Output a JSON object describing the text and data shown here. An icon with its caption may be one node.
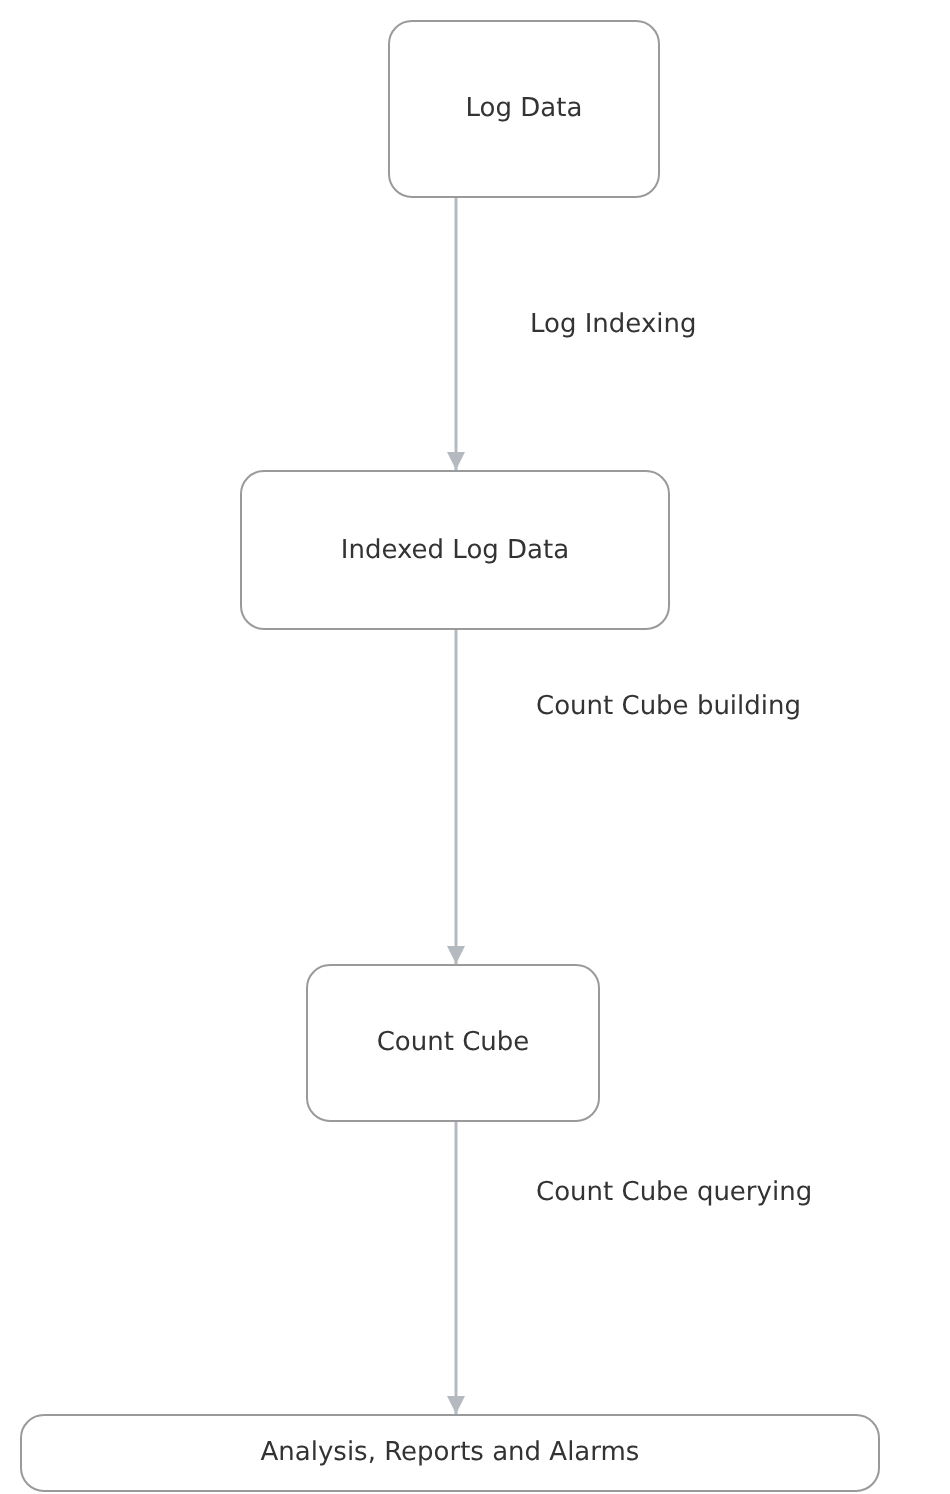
{
  "diagram": {
    "nodes": [
      {
        "text": [
          "Log Data"
        ]
      },
      {
        "text": [
          "Indexed Log Data"
        ]
      },
      {
        "text": [
          "Count Cube"
        ]
      },
      {
        "text": [
          "Analysis, Reports and Alarms"
        ]
      }
    ],
    "edges": [
      {
        "from": 0,
        "to": 1,
        "arrow": "to",
        "label": "Log Indexing"
      },
      {
        "from": 1,
        "to": 2,
        "arrow": "to",
        "label": "Count Cube building"
      },
      {
        "from": 2,
        "to": 3,
        "arrow": "to",
        "label": "Count Cube querying"
      }
    ]
  }
}
